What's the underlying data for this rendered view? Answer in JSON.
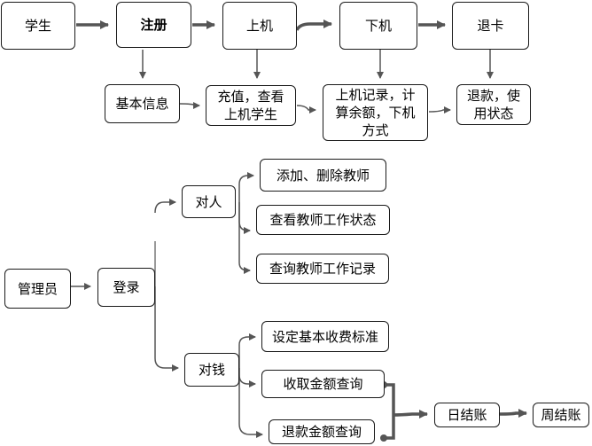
{
  "student_flow": {
    "student": "学生",
    "register": "注册",
    "online": "上机",
    "offline": "下机",
    "return_card": "退卡",
    "basic_info": "基本信息",
    "recharge": "充值，查看\n上机学生",
    "online_record": "上机记录，计\n算余额，下机\n方式",
    "refund": "退款，使\n用状态"
  },
  "admin_flow": {
    "admin": "管理员",
    "login": "登录",
    "people": "对人",
    "add_delete_teacher": "添加、删除教师",
    "view_teacher_status": "查看教师工作状态",
    "query_teacher_record": "查询教师工作记录",
    "money": "对钱",
    "set_fee_standard": "设定基本收费标准",
    "collected_amount_query": "收取金额查询",
    "refund_amount_query": "退款金额查询",
    "daily_settlement": "日结账",
    "weekly_settlement": "周结账"
  },
  "colors": {
    "arrow": "#555555",
    "border": "#1a1a1a"
  }
}
